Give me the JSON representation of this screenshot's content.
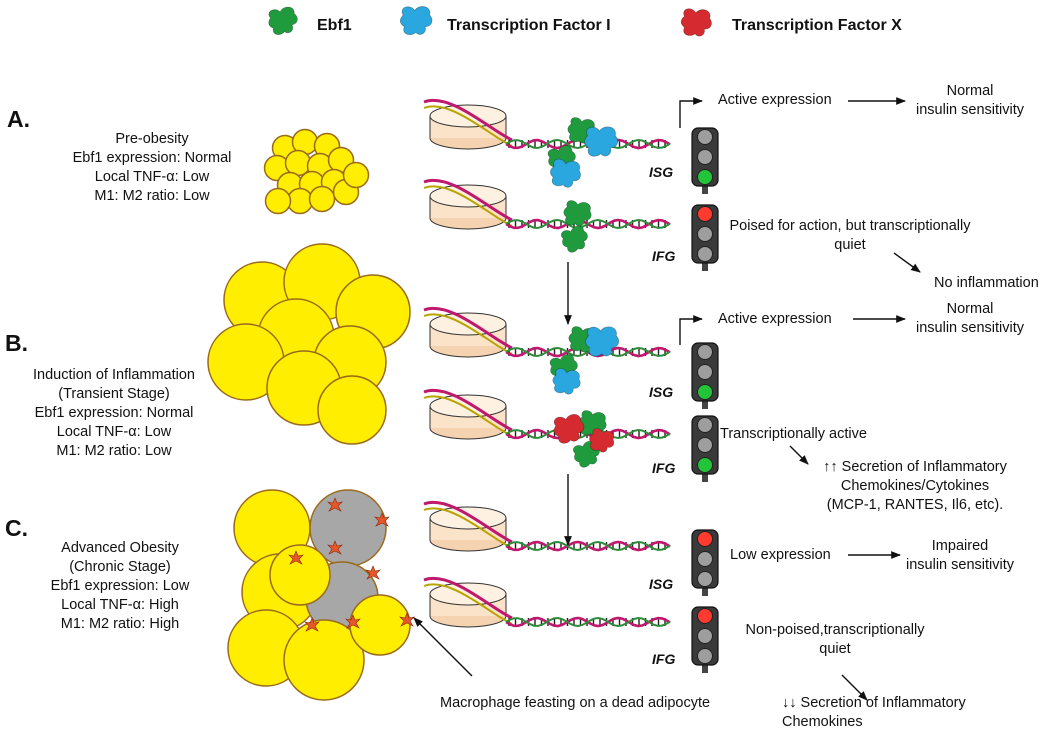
{
  "legend": {
    "ebf1": "Ebf1",
    "tf1": "Transcription Factor I",
    "tfx": "Transcription Factor X"
  },
  "colors": {
    "ebf1": "#1f9a3d",
    "tf1": "#2aa7df",
    "tfx": "#d42a30",
    "adipocyte": "#ffee00",
    "dead_adipocyte": "#a7a7a7",
    "macrophage": "#e8572a",
    "nucleosome": "#fbe3c9",
    "light_red": "#ff3b30",
    "light_green": "#22c43a"
  },
  "sections": {
    "a": {
      "letter": "A.",
      "lines": [
        "Pre-obesity",
        "Ebf1 expression: Normal",
        "Local TNF-α: Low",
        "M1: M2 ratio: Low"
      ],
      "isg_label": "ISG",
      "ifg_label": "IFG",
      "isg_status": "Active expression",
      "isg_outcome": [
        "Normal",
        "insulin sensitivity"
      ],
      "ifg_status": [
        "Poised for action, but transcriptionally",
        "quiet"
      ],
      "ifg_outcome": "No inflammation"
    },
    "b": {
      "letter": "B.",
      "lines": [
        "Induction of Inflammation",
        "(Transient Stage)",
        "Ebf1 expression: Normal",
        "Local TNF-α: Low",
        "M1: M2 ratio: Low"
      ],
      "isg_label": "ISG",
      "ifg_label": "IFG",
      "isg_status": "Active expression",
      "isg_outcome": [
        "Normal",
        "insulin sensitivity"
      ],
      "ifg_status": "Transcriptionally active",
      "ifg_outcome": [
        "↑↑ Secretion of Inflammatory",
        "Chemokines/Cytokines",
        "(MCP-1, RANTES, Il6, etc)."
      ]
    },
    "c": {
      "letter": "C.",
      "lines": [
        "Advanced Obesity",
        "(Chronic Stage)",
        "Ebf1 expression: Low",
        "Local TNF-α: High",
        "M1: M2 ratio: High"
      ],
      "isg_label": "ISG",
      "ifg_label": "IFG",
      "isg_status": "Low expression",
      "isg_outcome": [
        "Impaired",
        "insulin sensitivity"
      ],
      "ifg_status": [
        "Non-poised,transcriptionally",
        "quiet"
      ],
      "ifg_outcome": "↓↓ Secretion of Inflammatory Chemokines",
      "macrophage_note": "Macrophage feasting on a dead adipocyte"
    }
  }
}
